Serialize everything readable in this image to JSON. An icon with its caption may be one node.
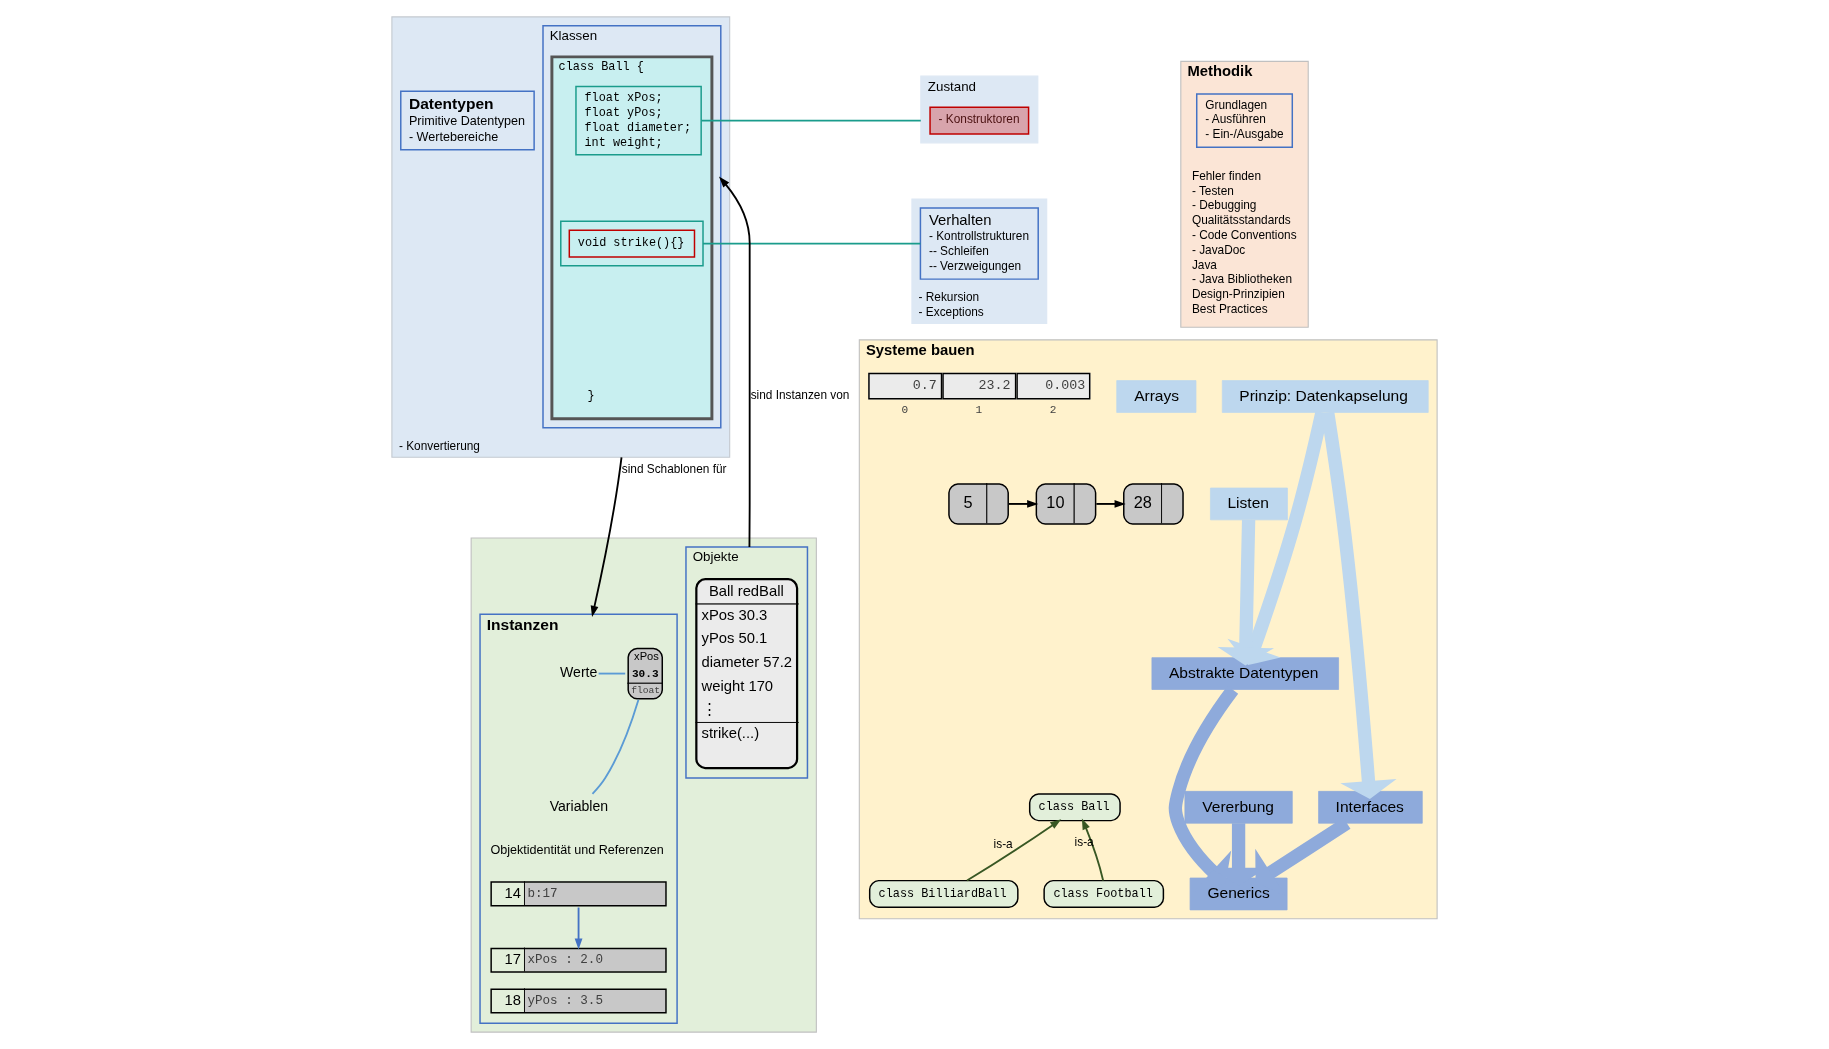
{
  "diagram": {
    "nodes": [
      {
        "text": [
          "- Konvertierung"
        ]
      },
      {
        "text": [
          "Datentypen",
          "Primitive Datentypen",
          "- Wertebereiche"
        ],
        "in": 0
      },
      {
        "text": [
          "Klassen"
        ],
        "in": 0
      },
      {
        "text": [
          "class Ball {",
          "}"
        ],
        "in": 2
      },
      {
        "text": [
          "float xPos;",
          "float yPos;",
          "float diameter;",
          "int weight;"
        ],
        "in": 3
      },
      {
        "text": [],
        "shape": "box",
        "in": 3
      },
      {
        "text": [
          "void strike(){}"
        ],
        "in": 5
      },
      {
        "text": [
          "Zustand"
        ]
      },
      {
        "text": [
          "- Konstruktoren"
        ],
        "in": 7
      },
      {
        "text": [
          "- Rekursion",
          "- Exceptions"
        ]
      },
      {
        "text": [
          "Verhalten",
          "- Kontrollstrukturen",
          "-- Schleifen",
          "-- Verzweigungen"
        ],
        "in": 9
      },
      {
        "text": [
          "Methodik",
          "Fehler finden",
          "- Testen",
          "- Debugging",
          "Qualitätsstandards",
          "- Code Conventions",
          "- JavaDoc",
          "Java",
          "- Java Bibliotheken",
          "Design-Prinzipien",
          "Best Practices"
        ]
      },
      {
        "text": [
          "Grundlagen",
          "- Ausführen",
          "- Ein-/Ausgabe"
        ],
        "in": 11
      },
      {
        "text": [],
        "shape": "box"
      },
      {
        "text": [
          "Instanzen",
          "Objektidentität und Referenzen"
        ],
        "in": 13
      },
      {
        "text": [
          "Werte"
        ],
        "in": 14
      },
      {
        "text": [
          "Variablen"
        ],
        "in": 14
      },
      {
        "text": [
          "xPos",
          "30.3",
          "float"
        ],
        "in": 14
      },
      {
        "text": [
          "14",
          "b:17"
        ],
        "in": 14
      },
      {
        "text": [
          "17",
          "xPos : 2.0"
        ],
        "in": 14
      },
      {
        "text": [
          "18",
          "yPos : 3.5"
        ],
        "in": 14
      },
      {
        "text": [
          "Objekte"
        ],
        "in": 13
      },
      {
        "text": [
          "Ball redBall",
          "xPos 30.3",
          "yPos 50.1",
          "diameter 57.2",
          "weight 170",
          "⋮",
          "strike(...)"
        ],
        "in": 21
      },
      {
        "text": [
          "Systeme bauen"
        ]
      },
      {
        "text": [
          "Arrays"
        ],
        "in": 23
      },
      {
        "text": [
          "0.7",
          "23.2",
          "0.003"
        ],
        "beside": [
          "0",
          "1",
          "2"
        ],
        "in": 23
      },
      {
        "text": [
          "Prinzip: Datenkapselung"
        ],
        "in": 23
      },
      {
        "text": [
          "Listen"
        ],
        "in": 23
      },
      {
        "text": [
          "5"
        ],
        "in": 23
      },
      {
        "text": [
          "10"
        ],
        "in": 23
      },
      {
        "text": [
          "28"
        ],
        "in": 23
      },
      {
        "text": [
          "Abstrakte Datentypen"
        ],
        "in": 23
      },
      {
        "text": [
          "Vererbung"
        ],
        "in": 23
      },
      {
        "text": [
          "class Ball"
        ],
        "in": 23
      },
      {
        "text": [
          "class BilliardBall"
        ],
        "in": 23
      },
      {
        "text": [
          "class Football"
        ],
        "in": 23
      },
      {
        "text": [
          "Interfaces"
        ],
        "in": 23
      },
      {
        "text": [
          "Generics"
        ],
        "in": 23
      }
    ],
    "edges": [
      {
        "from": 4,
        "to": 7,
        "arrow": "none",
        "color": "#1a9c8c"
      },
      {
        "from": 5,
        "to": 10,
        "arrow": "none",
        "color": "#1a9c8c"
      },
      {
        "from": 0,
        "to": 14,
        "arrow": "to",
        "label": "sind Schablonen für"
      },
      {
        "from": 21,
        "to": 2,
        "arrow": "to",
        "label": "sind Instanzen von"
      },
      {
        "from": 15,
        "to": 17,
        "arrow": "none",
        "color": "#5b9bd5"
      },
      {
        "from": 16,
        "to": 17,
        "arrow": "none",
        "color": "#5b9bd5"
      },
      {
        "from": 18,
        "to": 19,
        "arrow": "to",
        "color": "#4472c4"
      },
      {
        "from": 28,
        "to": 29,
        "arrow": "to"
      },
      {
        "from": 29,
        "to": 30,
        "arrow": "to"
      },
      {
        "from": 27,
        "to": 31,
        "arrow": "to",
        "style": "thick",
        "color": "#bdd7ee"
      },
      {
        "from": 26,
        "to": 31,
        "arrow": "to",
        "style": "thick",
        "color": "#bdd7ee"
      },
      {
        "from": 26,
        "to": 36,
        "arrow": "to",
        "style": "thick",
        "color": "#bdd7ee"
      },
      {
        "from": 34,
        "to": 33,
        "arrow": "to",
        "label": "is-a",
        "color": "#385723"
      },
      {
        "from": 35,
        "to": 33,
        "arrow": "to",
        "label": "is-a",
        "color": "#385723"
      },
      {
        "from": 31,
        "to": 37,
        "arrow": "to",
        "style": "thick",
        "color": "#8eaadb"
      },
      {
        "from": 32,
        "to": 37,
        "arrow": "to",
        "style": "thick",
        "color": "#8eaadb"
      },
      {
        "from": 36,
        "to": 37,
        "arrow": "to",
        "style": "thick",
        "color": "#8eaadb"
      }
    ]
  }
}
